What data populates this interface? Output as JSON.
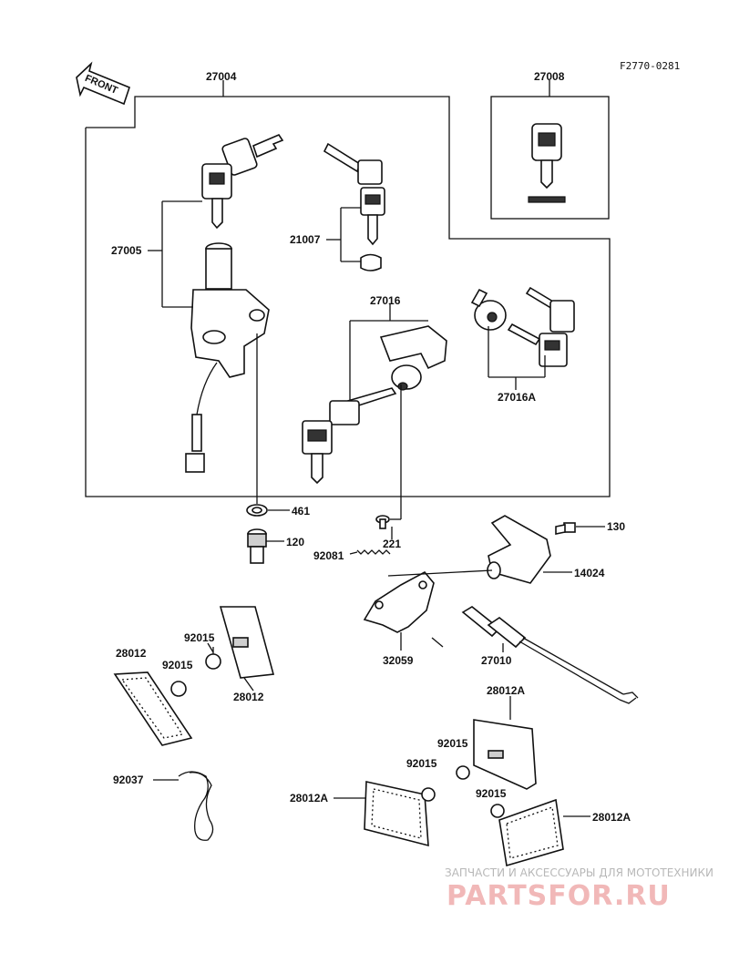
{
  "reference_code": "F2770-0281",
  "front_arrow_label": "FRONT",
  "part_labels": {
    "p27004": "27004",
    "p27008": "27008",
    "p27005": "27005",
    "p21007": "21007",
    "p27016": "27016",
    "p27016a": "27016A",
    "p461": "461",
    "p120": "120",
    "p221": "221",
    "p130": "130",
    "p14024": "14024",
    "p92081": "92081",
    "p32059": "32059",
    "p27010": "27010",
    "p28012_left": "28012",
    "p28012_mid": "28012",
    "p92015_a": "92015",
    "p92015_b": "92015",
    "p28012a_top": "28012A",
    "p92015_c": "92015",
    "p92015_d": "92015",
    "p92015_e": "92015",
    "p28012a_left": "28012A",
    "p28012a_right": "28012A",
    "p92037": "92037"
  },
  "watermark": {
    "line1": "ЗАПЧАСТИ И АКСЕССУАРЫ ДЛЯ МОТОТЕХНИКИ",
    "line2": "PARTSFOR.RU"
  }
}
